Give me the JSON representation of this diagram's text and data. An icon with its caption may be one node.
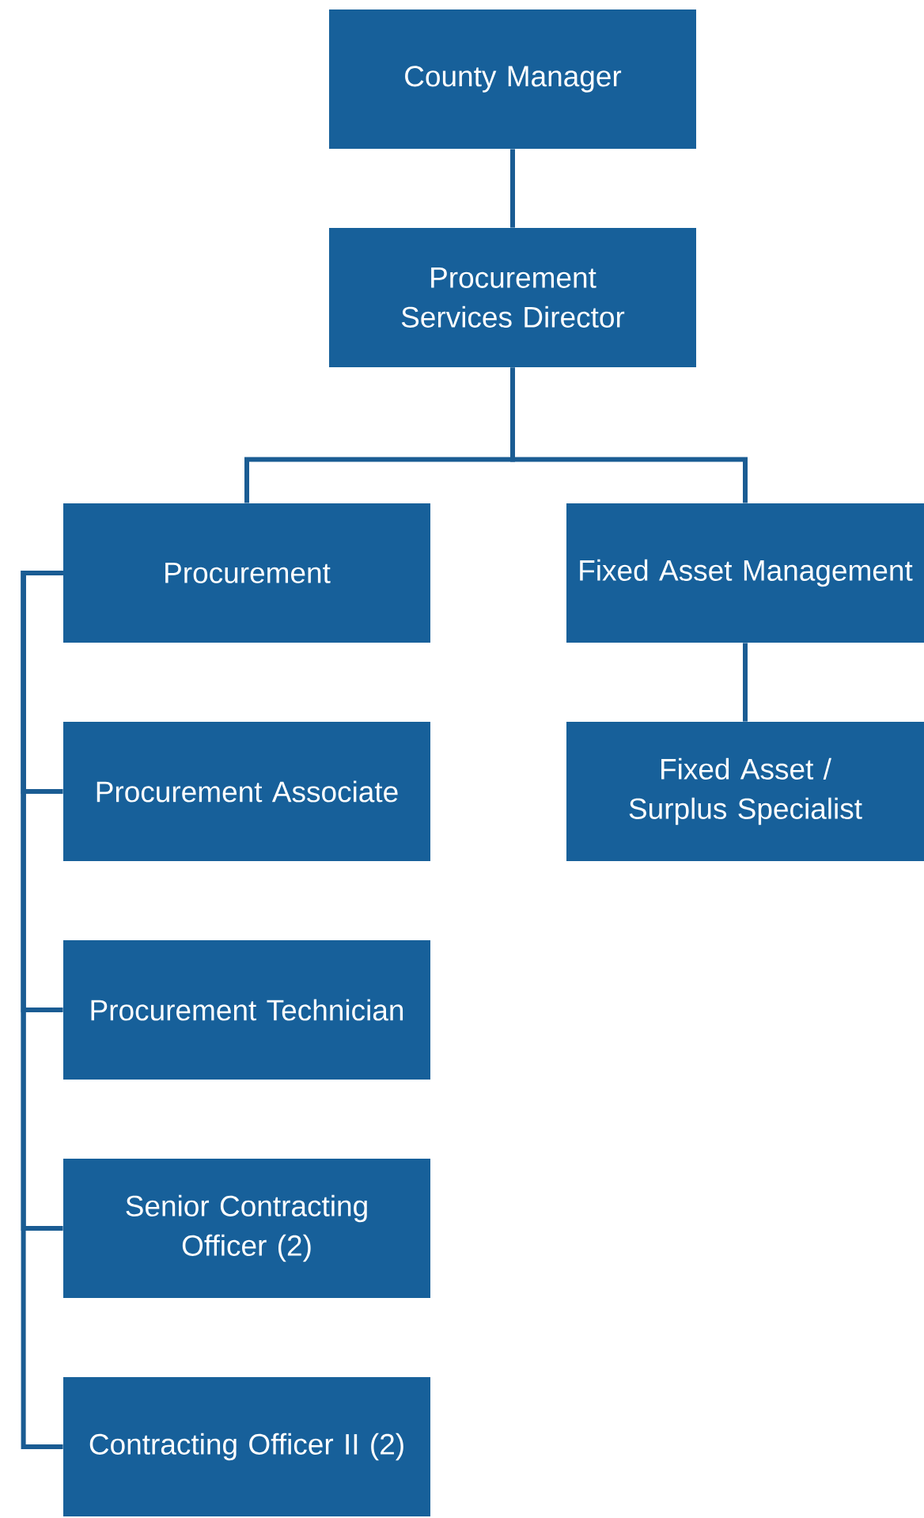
{
  "diagram": {
    "nodes": [
      {
        "text": [
          "County Manager"
        ]
      },
      {
        "text": [
          "Procurement Services Director"
        ]
      },
      {
        "text": [
          "Procurement"
        ]
      },
      {
        "text": [
          "Fixed Asset Management"
        ]
      },
      {
        "text": [
          "Procurement Associate"
        ]
      },
      {
        "text": [
          "Fixed Asset / Surplus Specialist"
        ]
      },
      {
        "text": [
          "Procurement Technician"
        ]
      },
      {
        "text": [
          "Senior Contracting Officer (2)"
        ]
      },
      {
        "text": [
          "Contracting Officer II (2)"
        ]
      }
    ],
    "edges": [
      {
        "from": 0,
        "to": 1,
        "arrow": "none"
      },
      {
        "from": 1,
        "to": 2,
        "arrow": "none"
      },
      {
        "from": 1,
        "to": 3,
        "arrow": "none"
      },
      {
        "from": 3,
        "to": 5,
        "arrow": "none"
      },
      {
        "from": 2,
        "to": 4,
        "arrow": "none"
      },
      {
        "from": 2,
        "to": 6,
        "arrow": "none"
      },
      {
        "from": 2,
        "to": 7,
        "arrow": "none"
      },
      {
        "from": 2,
        "to": 8,
        "arrow": "none"
      }
    ]
  }
}
